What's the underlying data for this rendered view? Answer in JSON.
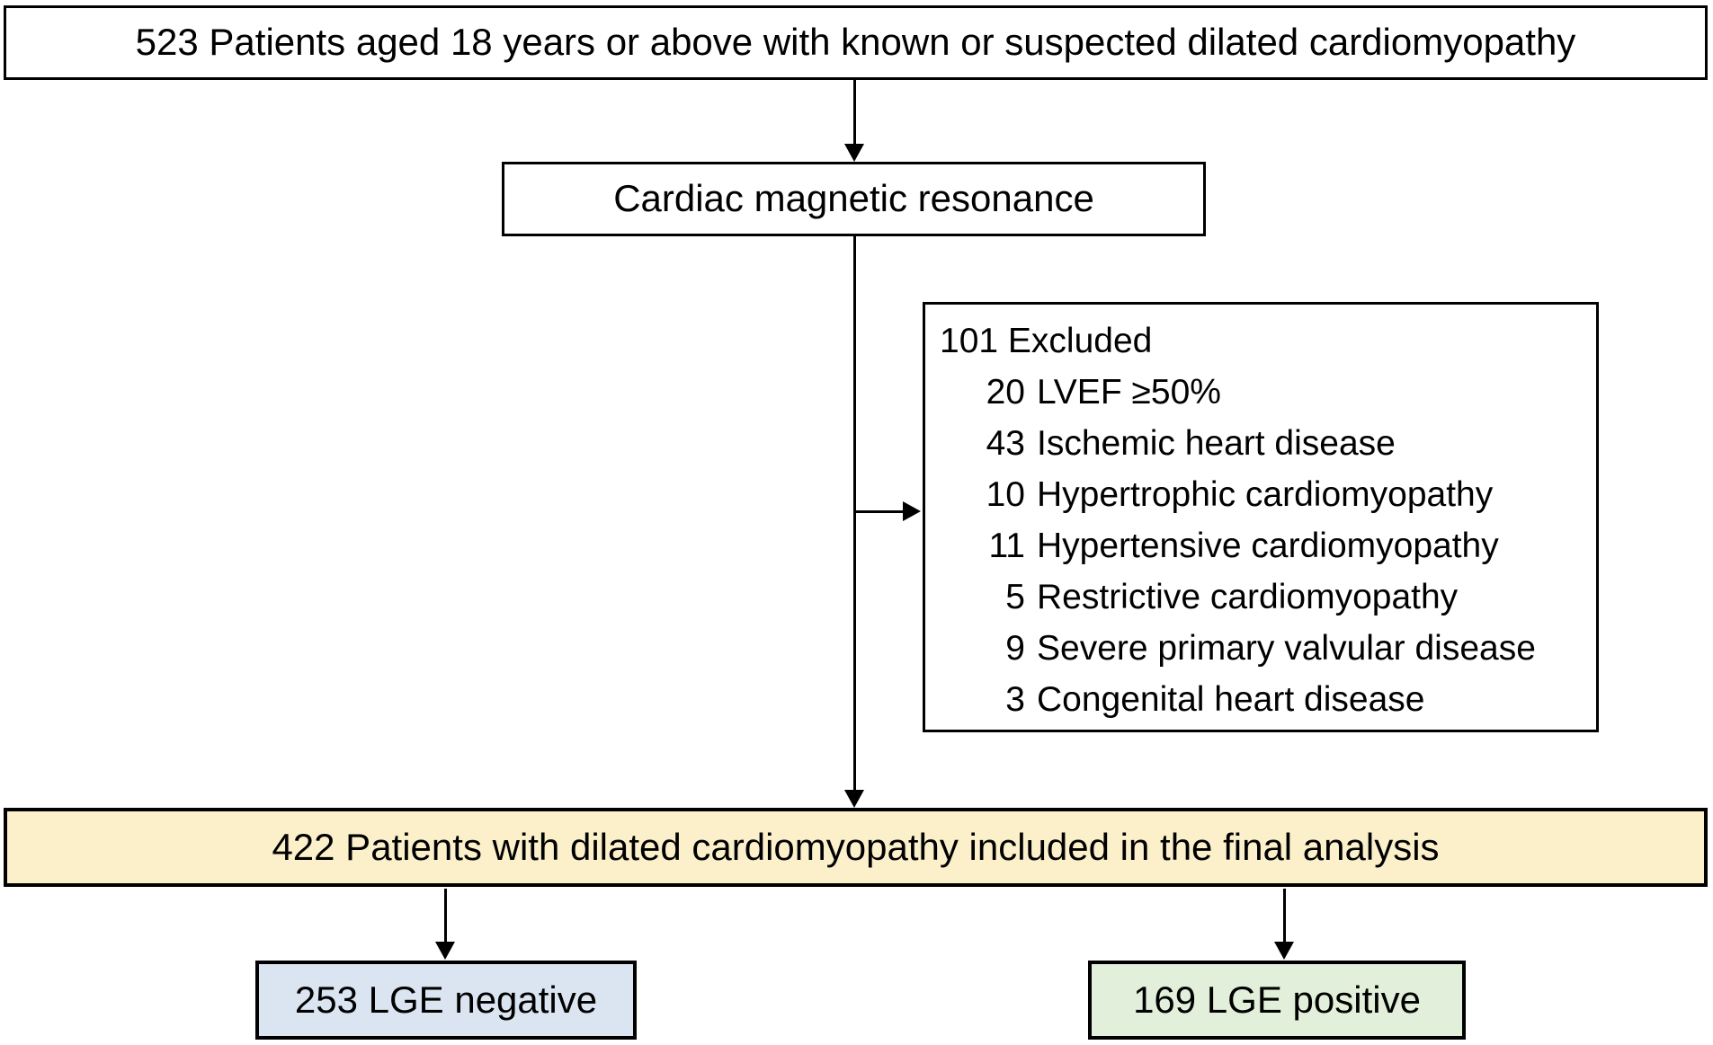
{
  "flowchart": {
    "enrollment_box": {
      "label": "523 Patients aged 18 years or above with known or suspected dilated cardiomyopathy"
    },
    "cmr_box": {
      "label": "Cardiac magnetic resonance"
    },
    "excluded_box": {
      "heading": "101 Excluded",
      "items": [
        {
          "count": "20",
          "label": "LVEF ≥50%"
        },
        {
          "count": "43",
          "label": "Ischemic heart disease"
        },
        {
          "count": "10",
          "label": "Hypertrophic cardiomyopathy"
        },
        {
          "count": "11",
          "label": "Hypertensive cardiomyopathy"
        },
        {
          "count": "5",
          "label": "Restrictive cardiomyopathy"
        },
        {
          "count": "9",
          "label": "Severe primary valvular disease"
        },
        {
          "count": "3",
          "label": "Congenital heart disease"
        }
      ]
    },
    "final_box": {
      "label": "422 Patients with dilated cardiomyopathy included in the final analysis",
      "fill_color": "#FCF0CB"
    },
    "lge_negative_box": {
      "label": "253 LGE negative",
      "fill_color": "#DBE5F1"
    },
    "lge_positive_box": {
      "label": "169 LGE positive",
      "fill_color": "#E2EFDA"
    },
    "line_color": "#000000"
  }
}
